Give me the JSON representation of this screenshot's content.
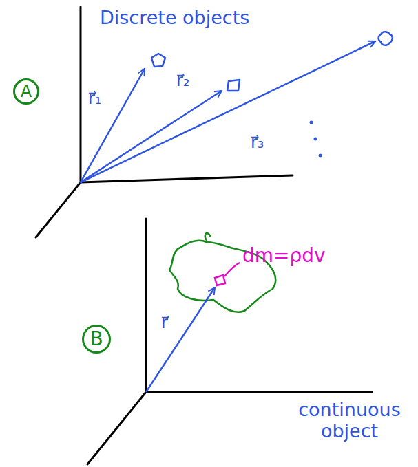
{
  "diagram": {
    "nodes": [
      {
        "text": [
          "A"
        ]
      },
      {
        "text": [
          "B"
        ]
      }
    ],
    "labels": [
      "Discrete objects",
      "r⃗₁",
      "r⃗₂",
      "r⃗₃",
      "dm=ρdv",
      "r⃗",
      "continuous object"
    ]
  }
}
